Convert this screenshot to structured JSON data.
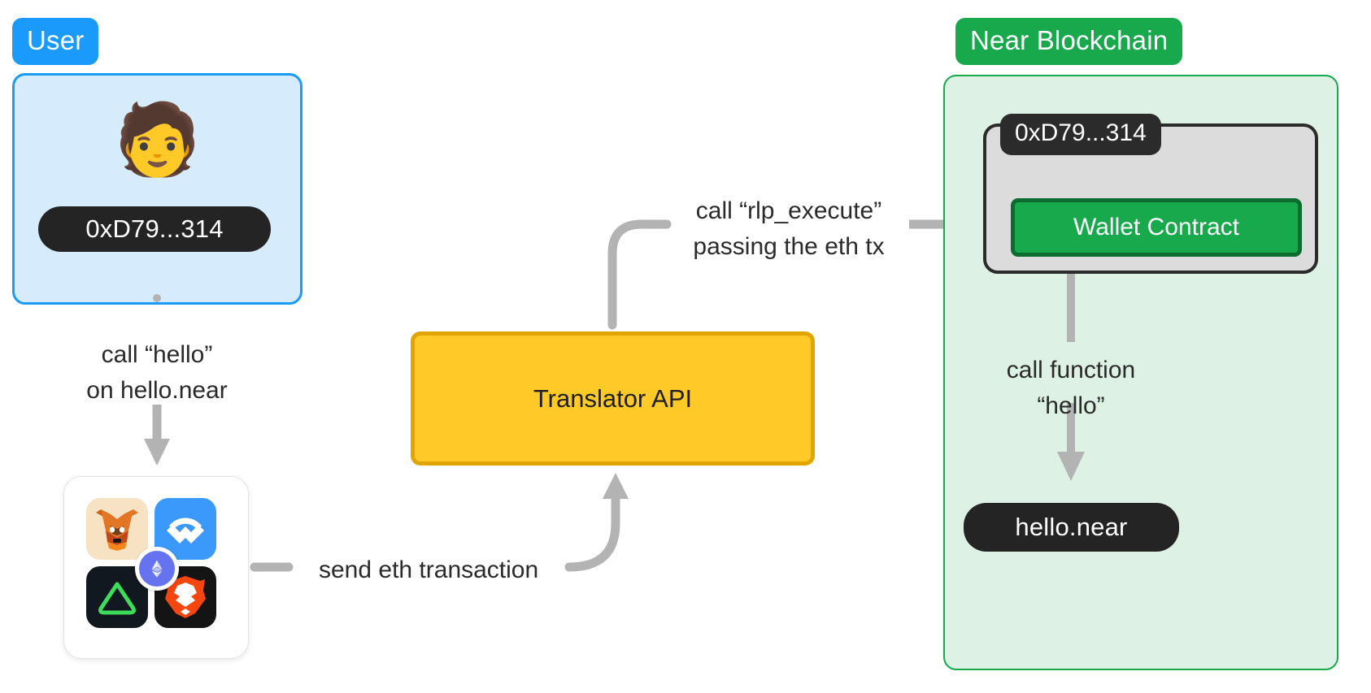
{
  "diagram": {
    "title_user_group": "User",
    "title_near_group": "Near Blockchain"
  },
  "user_group": {
    "badge_label": "User",
    "avatar_icon": "person-emoji",
    "avatar_glyph": "🧑",
    "address_pill": "0xD79...314",
    "accent_color": "#1a9bfc",
    "fill_color": "#d6ecfc"
  },
  "wallets": {
    "items": [
      {
        "name": "metamask-icon",
        "label": "MetaMask"
      },
      {
        "name": "walletconnect-icon",
        "label": "WalletConnect"
      },
      {
        "name": "rainbow-icon",
        "label": "Rainbow"
      },
      {
        "name": "brave-wallet-icon",
        "label": "Brave Wallet"
      }
    ],
    "center_badge": "ethereum-icon"
  },
  "translator": {
    "label": "Translator API",
    "fill_color": "#ffc928",
    "border_color": "#e0a500"
  },
  "near_group": {
    "badge_label": "Near Blockchain",
    "accent_color": "#17a94c",
    "fill_color": "#ddf2e4",
    "contract_tag": "0xD79...314",
    "contract_label": "Wallet Contract",
    "target_account": "hello.near"
  },
  "edges": {
    "user_to_wallet": "call “hello”\non hello.near",
    "wallet_to_translator": "send eth transaction",
    "translator_to_contract": "call “rlp_execute”\npassing the eth tx",
    "contract_to_account": "call function\n“hello”"
  }
}
